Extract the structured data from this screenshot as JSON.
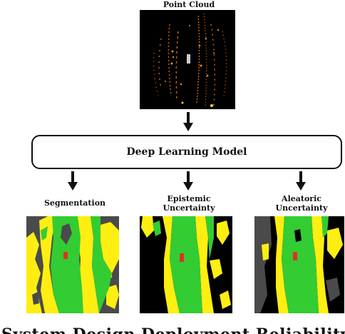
{
  "labels": {
    "point_cloud": "Point Cloud",
    "model": "Deep Learning Model",
    "segmentation": "Segmentation",
    "epistemic_1": "Epistemic",
    "epistemic_2": "Uncertainty",
    "aleatoric_1": "Aleatoric",
    "aleatoric_2": "Uncertainty"
  },
  "cut_text": "System Design Deployment Reliability",
  "colors": {
    "road": "#33cc33",
    "sidewalk": "#ffee11",
    "terrain": "#4a4a4a",
    "background": "#000000",
    "points": "#e06b1a",
    "car": "#dd3322"
  }
}
